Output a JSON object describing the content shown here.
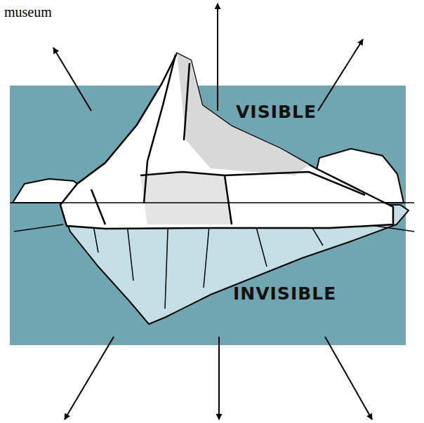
{
  "diagram": {
    "labels": [
      "museum",
      "VISIBLE",
      "INVISIBLE"
    ]
  }
}
